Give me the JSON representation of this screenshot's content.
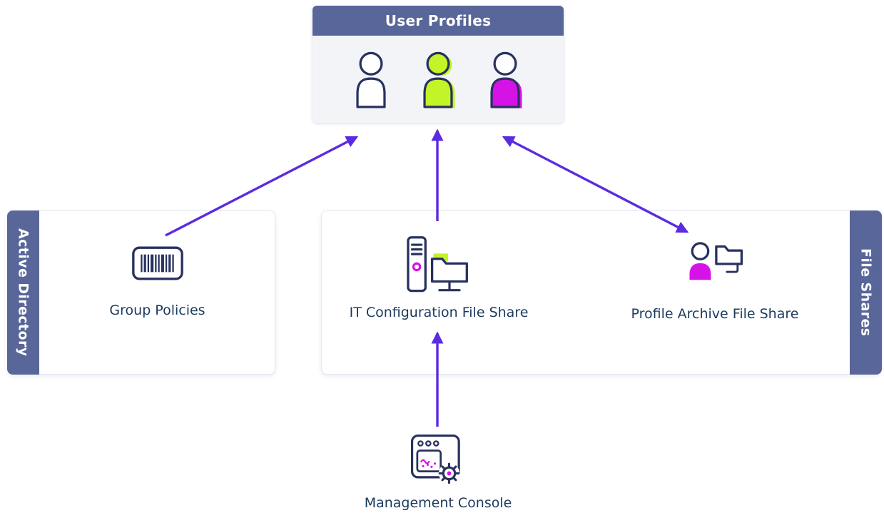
{
  "colors": {
    "header": "#586699",
    "arrow": "#5b2be0",
    "navy": "#28315f",
    "lime": "#c3f427",
    "magenta": "#d613e6",
    "text": "#1d3a5f",
    "profiles_bg": "#f3f4f8",
    "panel_border": "#e5e8f2"
  },
  "user_profiles": {
    "title": "User Profiles",
    "icons": [
      "user-outline-icon",
      "user-lime-icon",
      "user-magenta-icon"
    ]
  },
  "active_directory": {
    "panel_label": "Active Directory",
    "item": {
      "label": "Group Policies",
      "icon": "barcode-icon"
    }
  },
  "file_shares": {
    "panel_label": "File Shares",
    "items": [
      {
        "label": "IT Configuration File Share",
        "icon": "server-folder-icon"
      },
      {
        "label": "Profile Archive File Share",
        "icon": "user-folder-icon"
      }
    ]
  },
  "management_console": {
    "label": "Management Console",
    "icon": "console-gear-icon"
  }
}
